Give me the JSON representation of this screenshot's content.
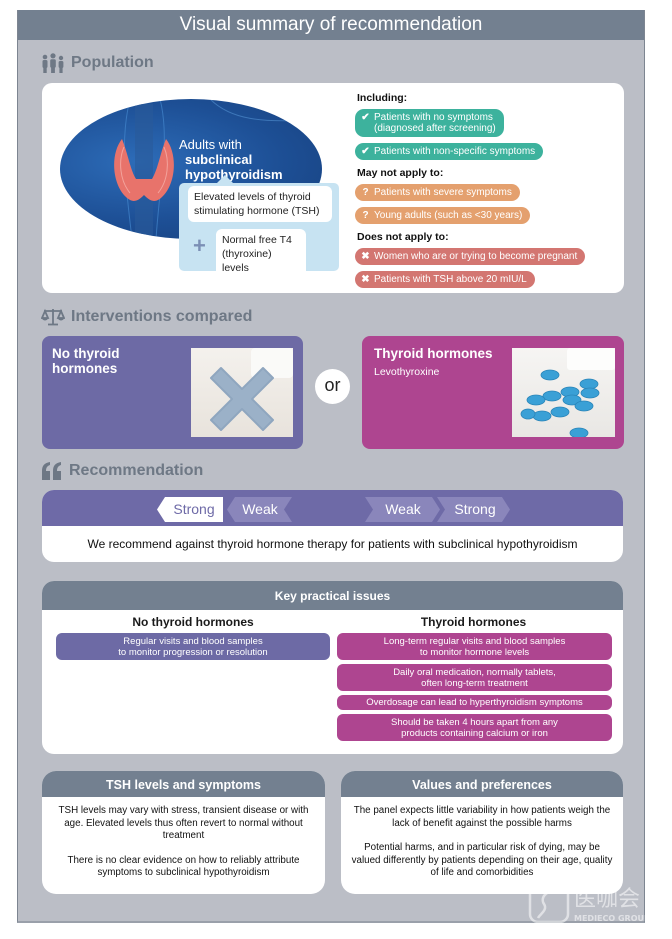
{
  "title": "Visual summary of recommendation",
  "population": {
    "heading": "Population",
    "icon": "people-icon",
    "oval": {
      "line1": "Adults with",
      "line2": "subclinical",
      "line3": "hypothyroidism"
    },
    "definition": {
      "criterion1": "Elevated levels of thyroid stimulating hormone (TSH)",
      "joiner": "+",
      "criterion2": "Normal free T4 (thyroxine) levels"
    },
    "including": {
      "label": "Including:",
      "items": [
        {
          "icon": "check-icon",
          "line1": "Patients with no symptoms",
          "line2": "(diagnosed after screening)"
        },
        {
          "icon": "check-icon",
          "line1": "Patients with non-specific symptoms"
        }
      ]
    },
    "may_not_apply": {
      "label": "May not apply to:",
      "items": [
        {
          "icon": "question-icon",
          "text": "Patients with severe symptoms"
        },
        {
          "icon": "question-icon",
          "text": "Young adults (such as <30 years)"
        }
      ]
    },
    "does_not_apply": {
      "label": "Does not apply to:",
      "items": [
        {
          "icon": "x-icon",
          "text": "Women who are or trying to become pregnant"
        },
        {
          "icon": "x-icon",
          "text": "Patients with TSH above 20  mIU/L"
        }
      ]
    }
  },
  "interventions": {
    "heading": "Interventions compared",
    "icon": "scales-icon",
    "left": {
      "title_line1": "No thyroid",
      "title_line2": "hormones",
      "color": "#6d6aa5"
    },
    "or_label": "or",
    "right": {
      "title": "Thyroid hormones",
      "subtitle": "Levothyroxine",
      "color": "#ae4590"
    }
  },
  "recommendation": {
    "heading": "Recommendation",
    "icon": "quote-icon",
    "scale": [
      {
        "label": "Strong",
        "direction": "against",
        "selected": true
      },
      {
        "label": "Weak",
        "direction": "against",
        "selected": false
      },
      {
        "label": "Weak",
        "direction": "for",
        "selected": false
      },
      {
        "label": "Strong",
        "direction": "for",
        "selected": false
      }
    ],
    "statement": "We recommend against thyroid hormone therapy for patients with subclinical hypothyroidism"
  },
  "key_issues": {
    "heading": "Key practical issues",
    "left": {
      "title": "No thyroid hormones",
      "items": [
        {
          "line1": "Regular visits and blood samples",
          "line2": "to monitor progression or resolution"
        }
      ]
    },
    "right": {
      "title": "Thyroid hormones",
      "items": [
        {
          "line1": "Long-term regular visits and blood samples",
          "line2": "to monitor hormone levels"
        },
        {
          "line1": "Daily oral medication, normally tablets,",
          "line2": "often long-term treatment"
        },
        {
          "line1": "Overdosage can lead to hyperthyroidism symptoms"
        },
        {
          "line1": "Should be taken 4 hours apart from any",
          "line2": "products containing calcium or iron"
        }
      ]
    }
  },
  "tsh_card": {
    "heading": "TSH levels and symptoms",
    "para1": "TSH levels may vary with stress, transient disease or with age. Elevated levels thus often revert to normal without treatment",
    "para2": "There is no clear evidence on how to reliably attribute symptoms to subclinical hypothyroidism"
  },
  "values_card": {
    "heading": "Values and preferences",
    "para1": "The panel expects little variability in how patients weigh the lack of benefit against the possible harms",
    "para2": "Potential harms, and in particular risk of dying, may be valued differently by patients depending on their age, quality of life and comorbidities"
  },
  "watermark": {
    "cn": "医咖会",
    "en": "MEDIECO GROUP"
  },
  "colors": {
    "frame_bg": "#bbbec6",
    "header": "#738090",
    "purple": "#6d6aa5",
    "magenta": "#ae4590",
    "green": "#3db29d",
    "orange": "#e4a06e",
    "red": "#d37671"
  }
}
